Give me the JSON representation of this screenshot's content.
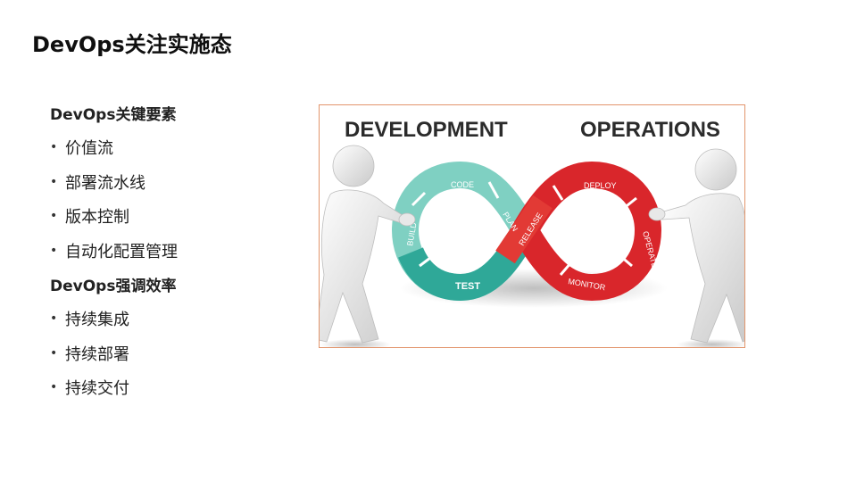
{
  "slide": {
    "title": "DevOps关注实施态"
  },
  "content": {
    "section1": {
      "heading": "DevOps关键要素",
      "items": [
        "价值流",
        "部署流水线",
        "版本控制",
        "自动化配置管理"
      ]
    },
    "section2": {
      "heading": "DevOps强调效率",
      "items": [
        "持续集成",
        "持续部署",
        "持续交付"
      ]
    },
    "bullet_glyph": "•"
  },
  "diagram": {
    "left_title": "DEVELOPMENT",
    "right_title": "OPERATIONS",
    "stages": {
      "code": "CODE",
      "plan": "PLAN",
      "build": "BUILD",
      "test": "TEST",
      "release": "RELEASE",
      "deploy": "DEPLOY",
      "operate": "OPERATE",
      "monitor": "MONITOR"
    },
    "colors": {
      "dev_teal": "#2fa898",
      "dev_teal_light": "#7fd0c2",
      "ops_red": "#d9262b",
      "frame": "#e2956c"
    }
  }
}
